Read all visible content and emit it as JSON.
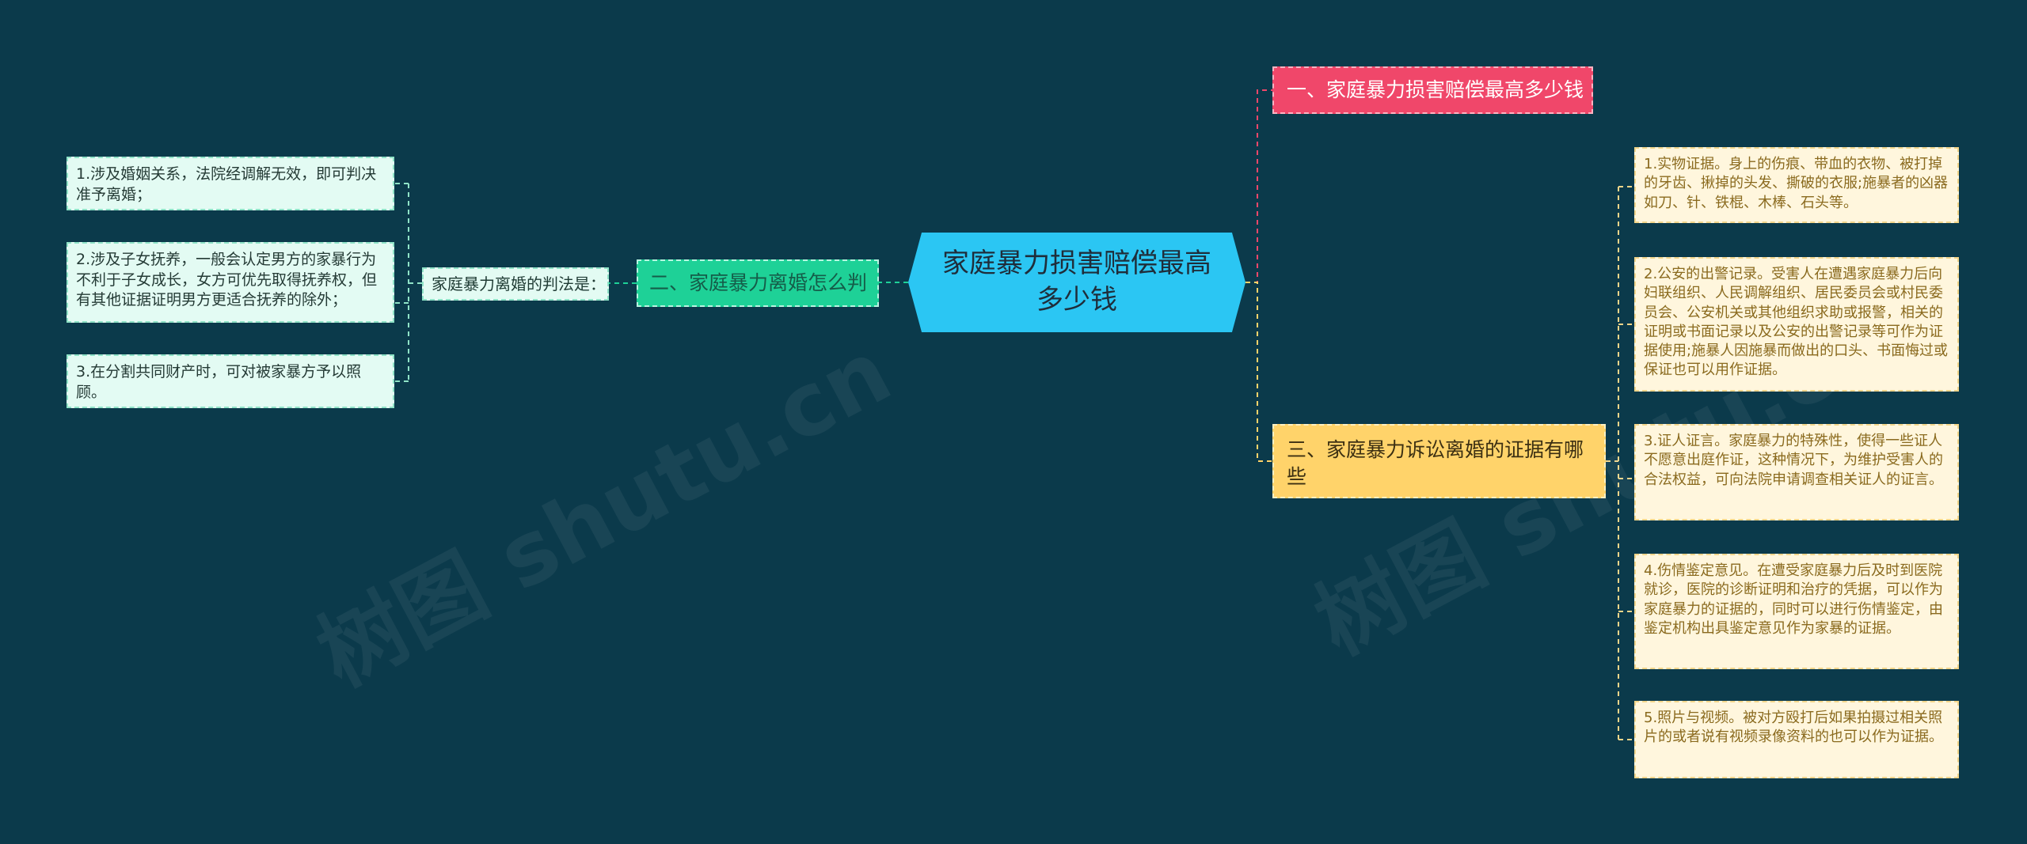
{
  "center": "家庭暴力损害赔偿最高多少钱",
  "branch1": "一、家庭暴力损害赔偿最高多少钱",
  "branch2": "二、家庭暴力离婚怎么判",
  "branch3": "三、家庭暴力诉讼离婚的证据有哪些",
  "branch2_sub": "家庭暴力离婚的判法是：",
  "left_leaves": [
    "1.涉及婚姻关系，法院经调解无效，即可判决准予离婚；",
    "2.涉及子女抚养，一般会认定男方的家暴行为不利于子女成长，女方可优先取得抚养权，但有其他证据证明男方更适合抚养的除外；",
    "3.在分割共同财产时，可对被家暴方予以照顾。"
  ],
  "right_leaves": [
    "1.实物证据。身上的伤痕、带血的衣物、被打掉的牙齿、揪掉的头发、撕破的衣服;施暴者的凶器如刀、针、铁棍、木棒、石头等。",
    "2.公安的出警记录。受害人在遭遇家庭暴力后向妇联组织、人民调解组织、居民委员会或村民委员会、公安机关或其他组织求助或报警，相关的证明或书面记录以及公安的出警记录等可作为证据使用;施暴人因施暴而做出的口头、书面悔过或保证也可以用作证据。",
    "3.证人证言。家庭暴力的特殊性，使得一些证人不愿意出庭作证，这种情况下，为维护受害人的合法权益，可向法院申请调查相关证人的证言。",
    "4.伤情鉴定意见。在遭受家庭暴力后及时到医院就诊，医院的诊断证明和治疗的凭据，可以作为家庭暴力的证据的，同时可以进行伤情鉴定，由鉴定机构出具鉴定意见作为家暴的证据。",
    "5.照片与视频。被对方殴打后如果拍摄过相关照片的或者说有视频录像资料的也可以作为证据。"
  ],
  "colors": {
    "background": "#0b3a4b",
    "center": "#2bc6f3",
    "branch1": "#f0476a",
    "branch2": "#1ed197",
    "branch3": "#ffd36a"
  }
}
